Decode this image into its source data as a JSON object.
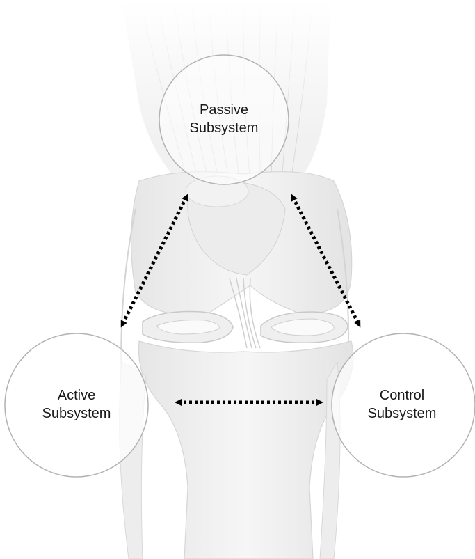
{
  "diagram": {
    "nodes": {
      "passive": {
        "line1": "Passive",
        "line2": "Subsystem"
      },
      "active": {
        "line1": "Active",
        "line2": "Subsystem"
      },
      "control": {
        "line1": "Control",
        "line2": "Subsystem"
      }
    },
    "connections": [
      {
        "from": "passive",
        "to": "active",
        "style": "dotted-double-arrow"
      },
      {
        "from": "passive",
        "to": "control",
        "style": "dotted-double-arrow"
      },
      {
        "from": "active",
        "to": "control",
        "style": "dotted-double-arrow"
      }
    ],
    "background": "knee-joint-illustration",
    "colors": {
      "circle_stroke": "#b3b3b3",
      "arrow": "#000000"
    }
  }
}
